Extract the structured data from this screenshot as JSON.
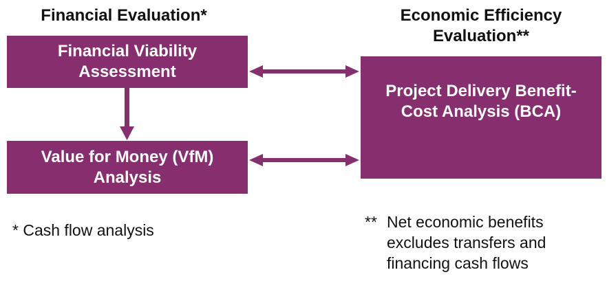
{
  "headings": {
    "financial": "Financial Evaluation*",
    "economic_line1": "Economic Efficiency",
    "economic_line2": "Evaluation**"
  },
  "boxes": {
    "viability": {
      "line1": "Financial Viability",
      "line2": "Assessment"
    },
    "vfm": {
      "line1": "Value for Money (VfM)",
      "line2": "Analysis"
    },
    "bca": {
      "line1": "Project Delivery Benefit-",
      "line2": "Cost Analysis (BCA)"
    }
  },
  "notes": {
    "financial": "* Cash flow analysis",
    "economic_marker": "**",
    "economic_line1": "Net economic benefits",
    "economic_line2": "excludes transfers and",
    "economic_line3": "financing cash flows"
  },
  "colors": {
    "box_fill": "#862e6e",
    "arrow": "#862e6e",
    "box_text": "#ffffff"
  }
}
